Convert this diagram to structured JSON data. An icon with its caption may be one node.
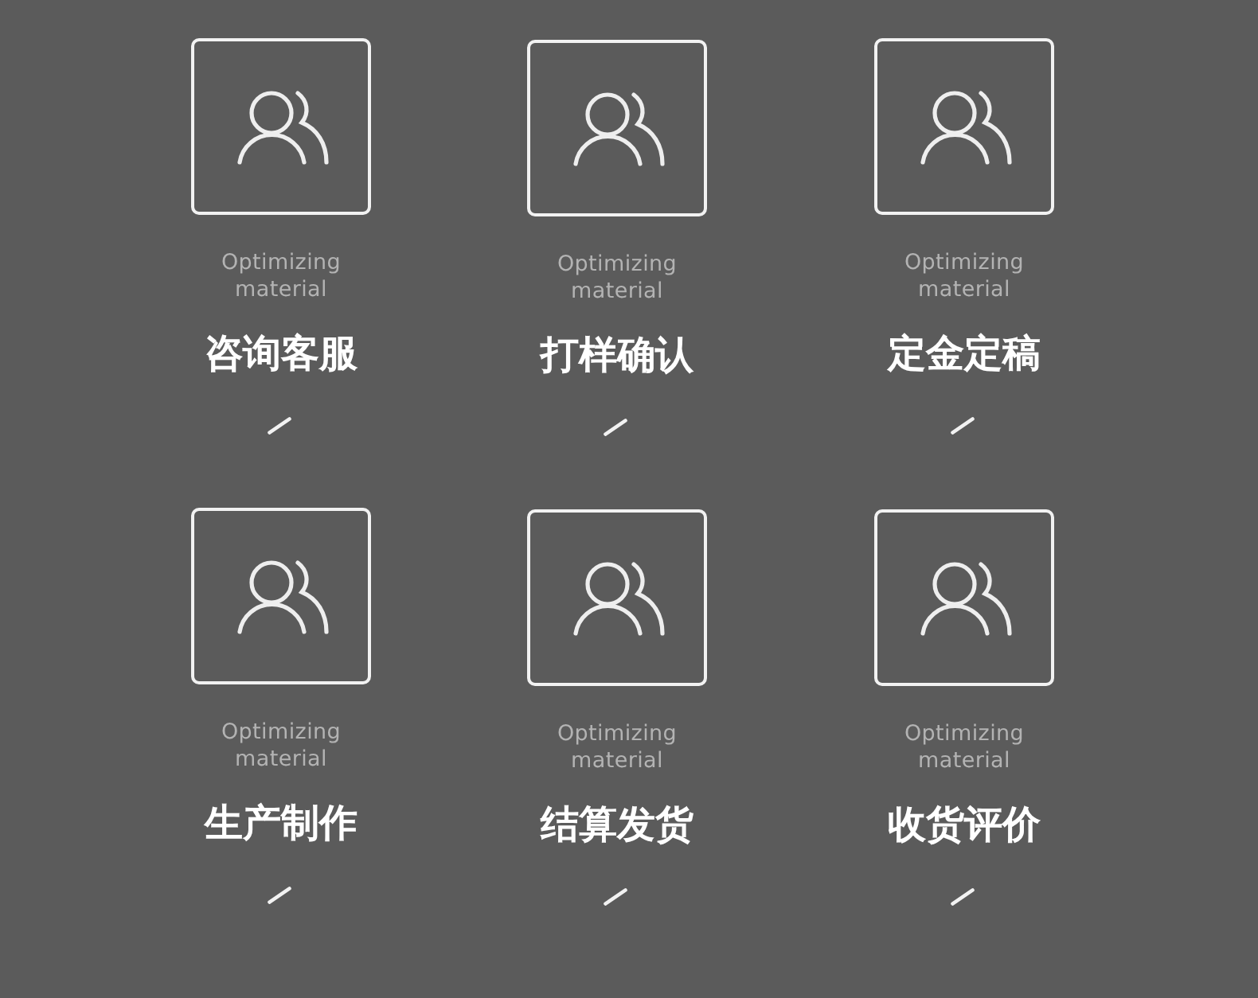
{
  "diagram": {
    "nodes": [
      {
        "text": [
          "Optimizing material",
          "咨询客服"
        ]
      },
      {
        "text": [
          "Optimizing material",
          "打样确认"
        ]
      },
      {
        "text": [
          "Optimizing material",
          "定金定稿"
        ]
      },
      {
        "text": [
          "Optimizing material",
          "生产制作"
        ]
      },
      {
        "text": [
          "Optimizing material",
          "结算发货"
        ]
      },
      {
        "text": [
          "Optimizing material",
          "收货评价"
        ]
      }
    ]
  }
}
